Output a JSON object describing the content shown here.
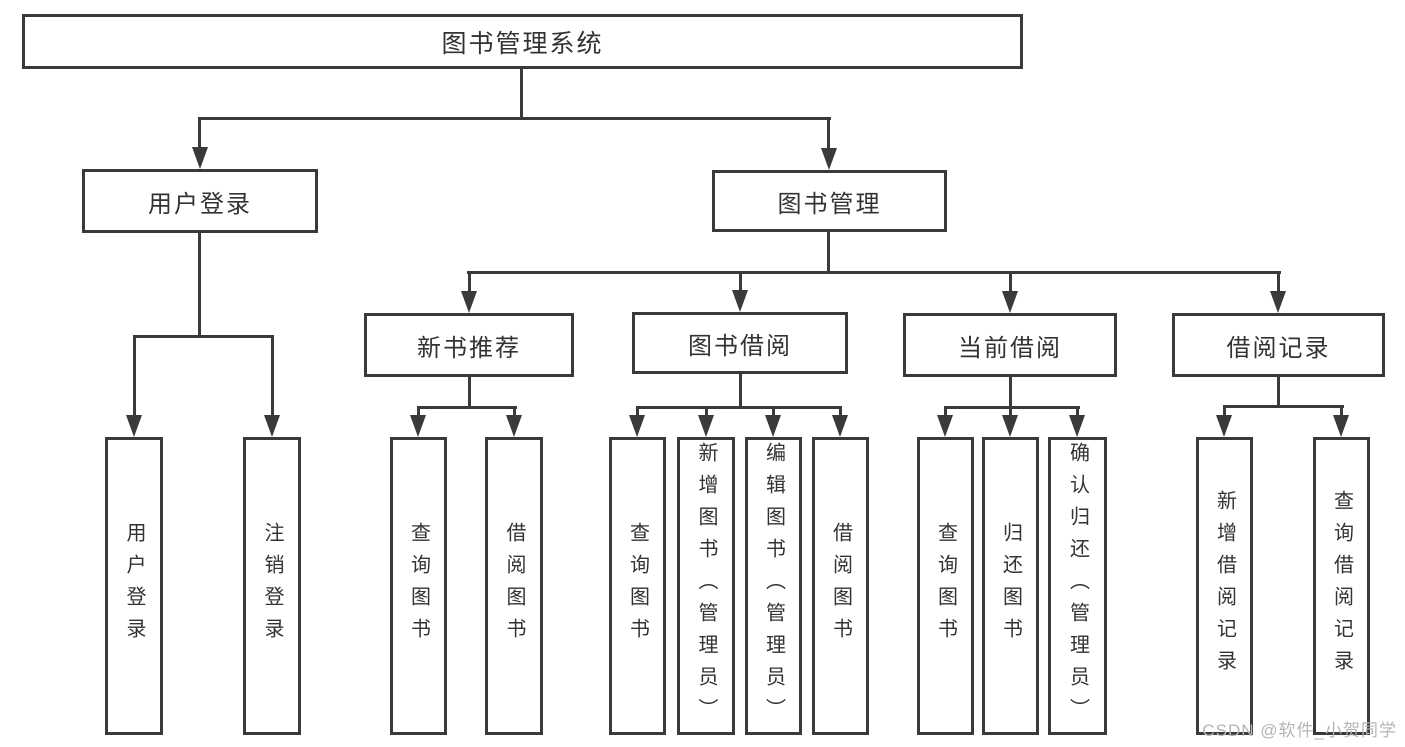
{
  "colors": {
    "line": "#3a3a3a",
    "border": "#3a3a3a",
    "text": "#333333",
    "background": "#ffffff",
    "watermark": "#b5b5b5"
  },
  "tree": {
    "label": "图书管理系统",
    "children": [
      {
        "label": "用户登录",
        "children": [
          {
            "label": "用户登录"
          },
          {
            "label": "注销登录"
          }
        ]
      },
      {
        "label": "图书管理",
        "children": [
          {
            "label": "新书推荐",
            "children": [
              {
                "label": "查询图书"
              },
              {
                "label": "借阅图书"
              }
            ]
          },
          {
            "label": "图书借阅",
            "children": [
              {
                "label": "查询图书"
              },
              {
                "label": "新增图书（管理员）"
              },
              {
                "label": "编辑图书（管理员）"
              },
              {
                "label": "借阅图书"
              }
            ]
          },
          {
            "label": "当前借阅",
            "children": [
              {
                "label": "查询图书"
              },
              {
                "label": "归还图书"
              },
              {
                "label": "确认归还（管理员）"
              }
            ]
          },
          {
            "label": "借阅记录",
            "children": [
              {
                "label": "新增借阅记录"
              },
              {
                "label": "查询借阅记录"
              }
            ]
          }
        ]
      }
    ]
  },
  "watermark": "CSDN @软件_小贺同学"
}
